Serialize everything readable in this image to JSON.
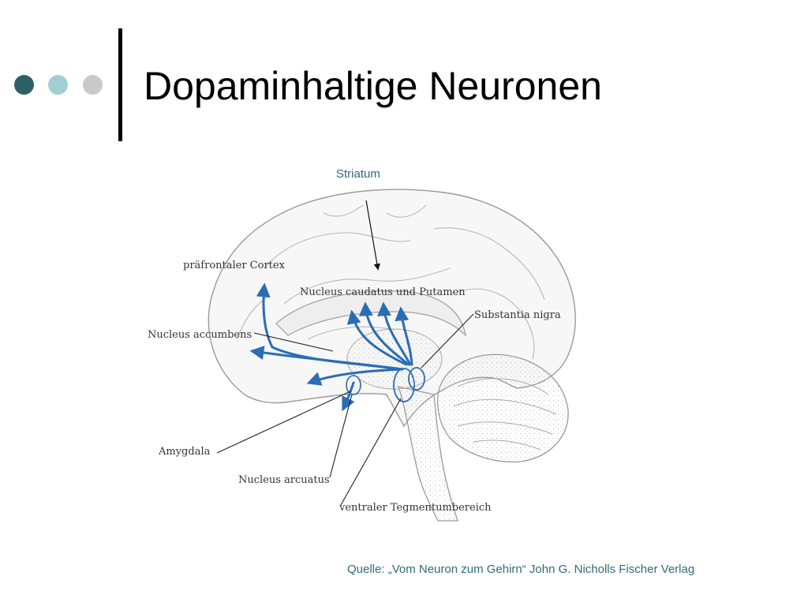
{
  "slide": {
    "title": "Dopaminhaltige Neuronen",
    "callout": "Striatum",
    "source": "Quelle:  „Vom Neuron zum Gehirn“ John G. Nicholls Fischer Verlag"
  },
  "decor": {
    "dot_colors": [
      "#2f5f66",
      "#9fcfd1",
      "#c9c9c9"
    ],
    "pathway_color": "#2a6db5"
  },
  "figure": {
    "labels": {
      "prefrontal": "präfrontaler Cortex",
      "caudatus": "Nucleus caudatus und Putamen",
      "substantia": "Substantia nigra",
      "accumbens": "Nucleus accumbens",
      "amygdala": "Amygdala",
      "arcuatus": "Nucleus arcuatus",
      "tegmentum": "ventraler Tegmentumbereich"
    }
  }
}
